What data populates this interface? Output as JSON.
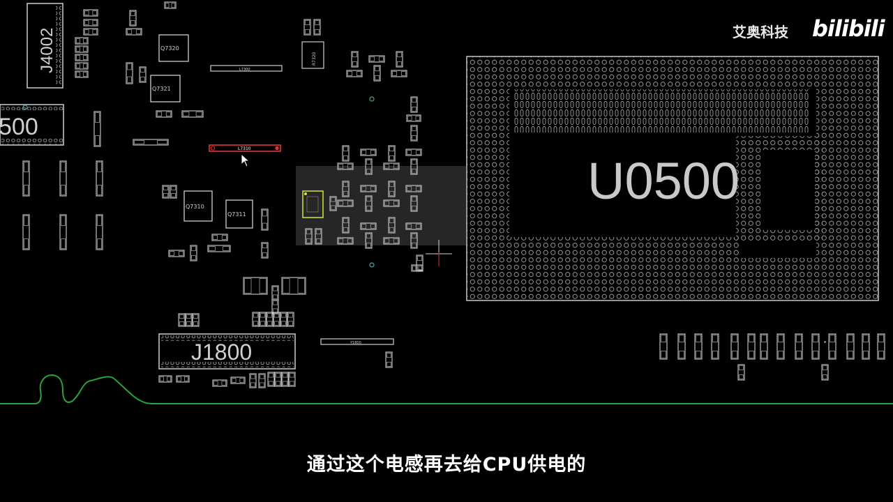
{
  "watermark": {
    "channel": "艾奥科技",
    "logo": "bilibili"
  },
  "subtitle": "通过这个电感再去给CPU供电的",
  "colors": {
    "outline": "#cfcfcf",
    "highlight_red": "#e53333",
    "highlight_yellow": "#d6e43a",
    "trace_green": "#27a33b",
    "background": "#000000"
  },
  "components": {
    "u0500": "U0500",
    "j1800": "J1800",
    "j4002": "J4002",
    "partial_left": "500",
    "q7320": "Q7320",
    "q7321": "Q7321",
    "q7310": "Q7310",
    "q7311": "Q7311",
    "l7310": "L7310",
    "l7300": "L7300",
    "r7320": "R7320",
    "y1800": "Y1800"
  },
  "icons": {
    "cursor": "arrow-cursor-icon",
    "crosshair": "crosshair-icon"
  }
}
